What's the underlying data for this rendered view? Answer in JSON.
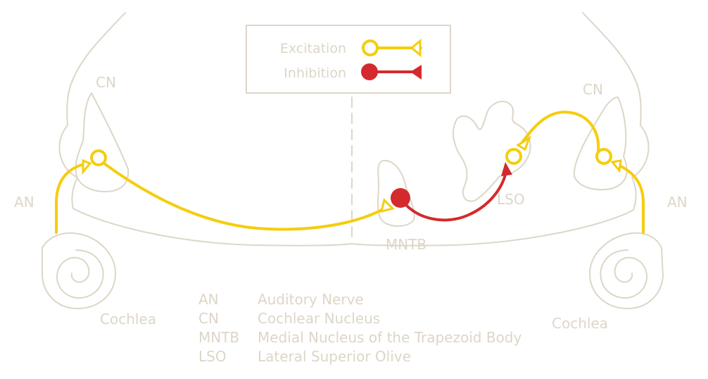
{
  "colors": {
    "excitation": "#f5cd0e",
    "inhibition": "#d42a2e",
    "outline": "#ddd6c8",
    "label": "#ddd6c8",
    "background": "#ffffff"
  },
  "legend": {
    "excitation_label": "Excitation",
    "inhibition_label": "Inhibition"
  },
  "labels": {
    "an_left": "AN",
    "an_right": "AN",
    "cn_left": "CN",
    "cn_right": "CN",
    "cochlea_left": "Cochlea",
    "cochlea_right": "Cochlea",
    "mntb": "MNTB",
    "lso": "LSO"
  },
  "glossary": [
    {
      "abbr": "AN",
      "full": "Auditory Nerve"
    },
    {
      "abbr": "CN",
      "full": "Cochlear Nucleus"
    },
    {
      "abbr": "MNTB",
      "full": "Medial Nucleus of the Trapezoid Body"
    },
    {
      "abbr": "LSO",
      "full": "Lateral Superior Olive"
    }
  ]
}
